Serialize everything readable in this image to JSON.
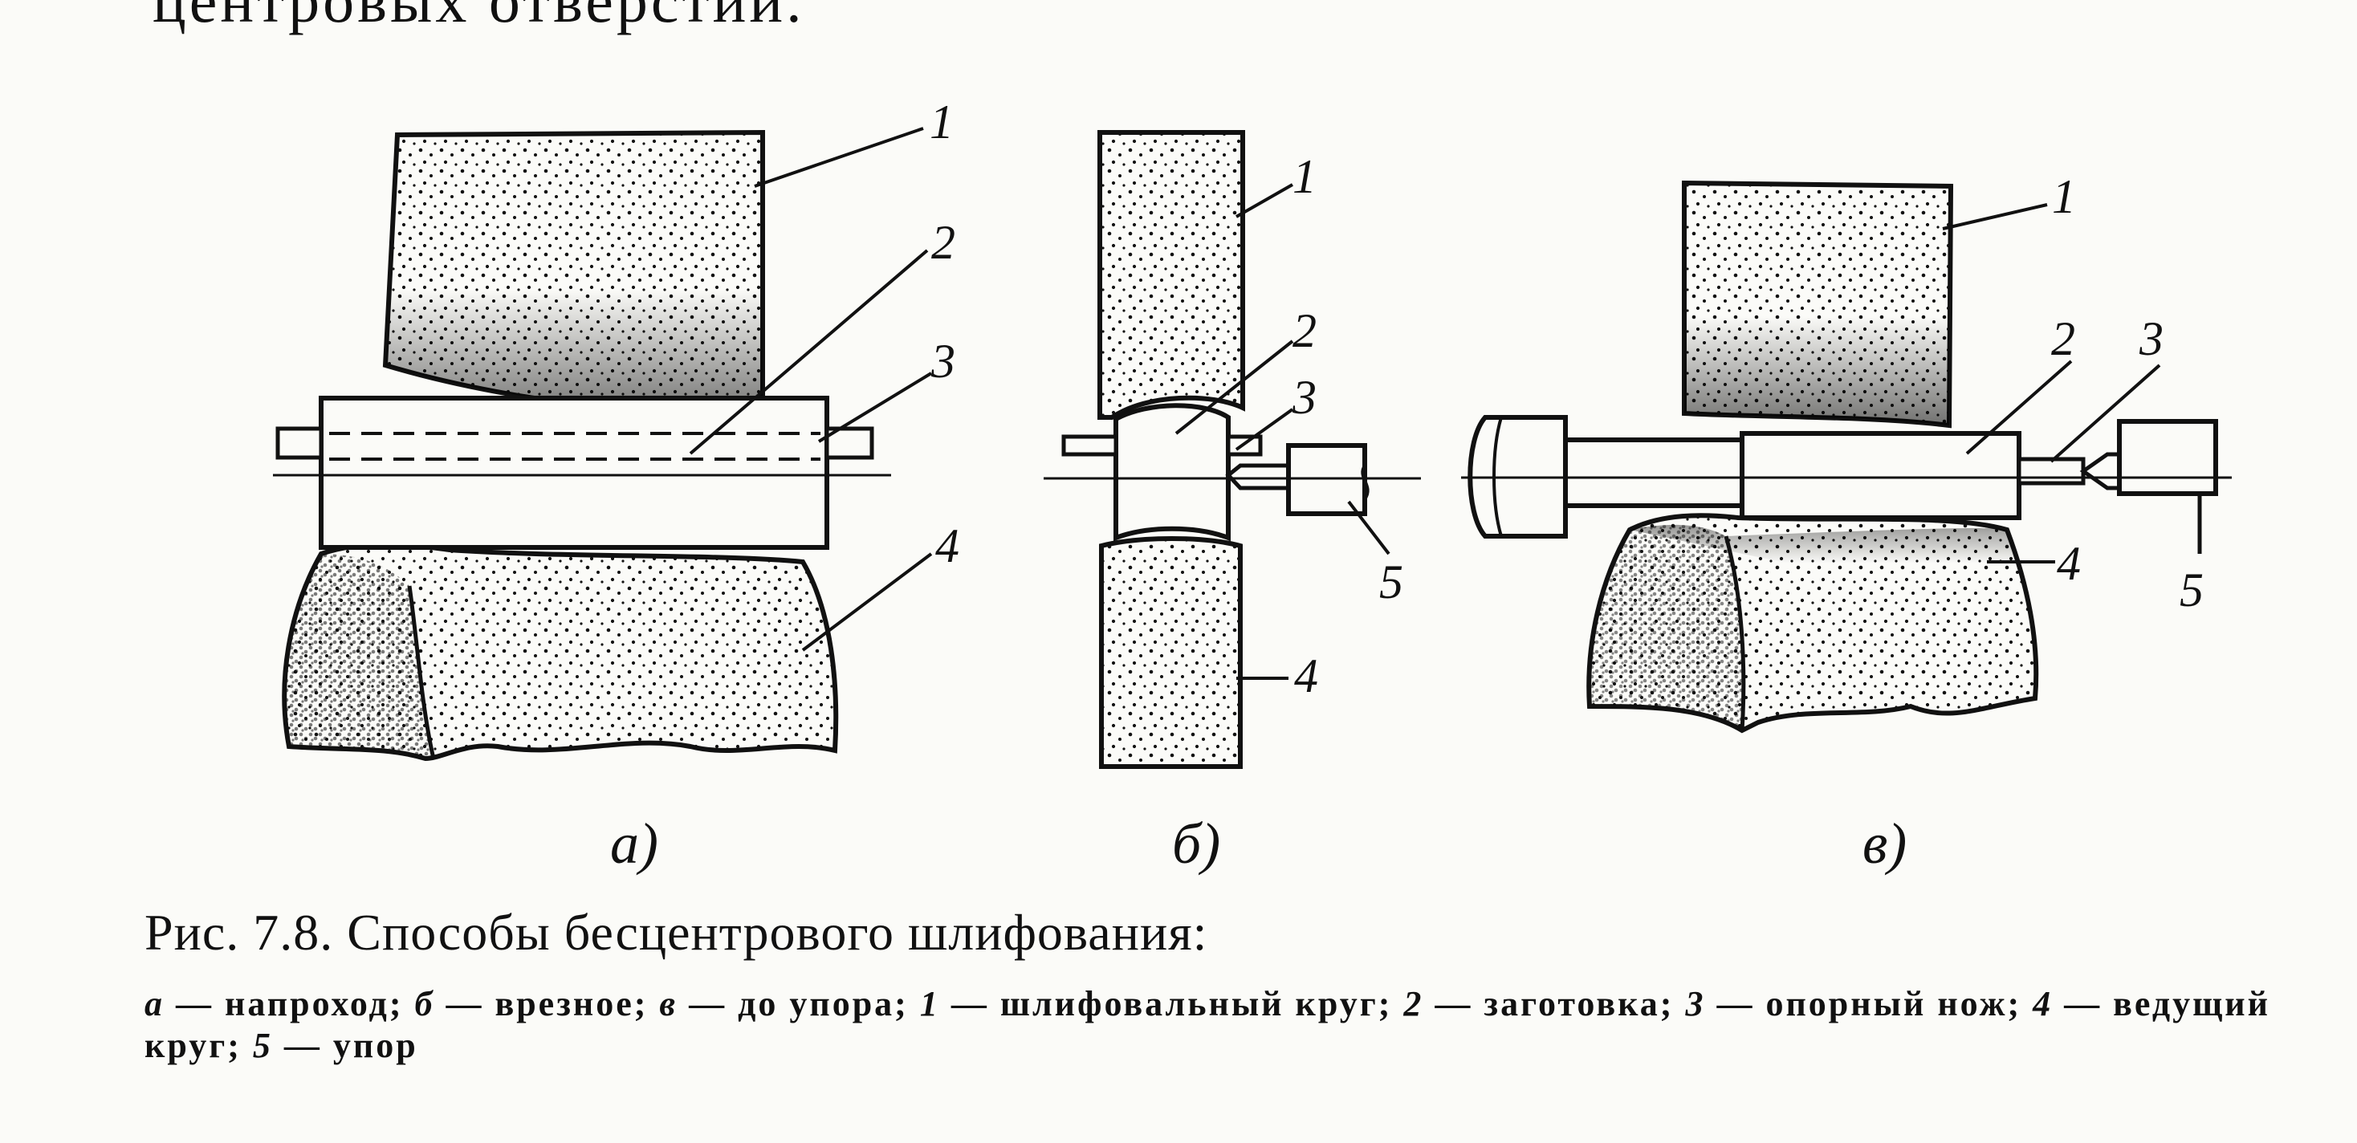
{
  "heading_fragment": "центровых отверстий.",
  "panels": [
    {
      "label": "а)",
      "callouts": [
        "1",
        "2",
        "3",
        "4"
      ]
    },
    {
      "label": "б)",
      "callouts": [
        "1",
        "2",
        "3",
        "4",
        "5"
      ]
    },
    {
      "label": "в)",
      "callouts": [
        "1",
        "2",
        "3",
        "4",
        "5"
      ]
    }
  ],
  "caption": {
    "title": "Рис. 7.8. Способы бесцентрового шлифования:",
    "items": [
      {
        "key": "а",
        "text": "— напроход;"
      },
      {
        "key": "б",
        "text": "— врезное;"
      },
      {
        "key": "в",
        "text": "— до упора;"
      },
      {
        "key": "1",
        "text": "— шлифовальный круг;"
      },
      {
        "key": "2",
        "text": "— заготовка;"
      },
      {
        "key": "3",
        "text": "— опорный нож;"
      },
      {
        "key": "4",
        "text": "— ведущий круг;"
      },
      {
        "key": "5",
        "text": "— упор"
      }
    ]
  }
}
